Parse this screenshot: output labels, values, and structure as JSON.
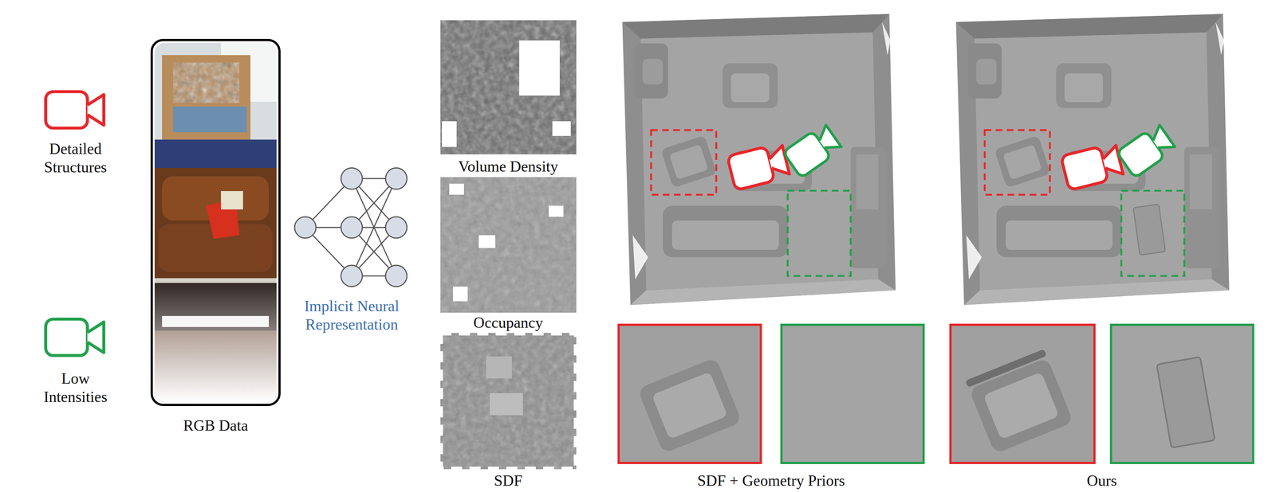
{
  "diagram": {
    "nodes": [
      {
        "text": [
          "RGB Data"
        ]
      }
    ],
    "labels": [
      "Detailed Structures",
      "Low Intensities",
      "Implicit Neural Representation",
      "Volume Density",
      "Occupancy",
      "SDF",
      "SDF + Geometry Priors",
      "Ours"
    ]
  }
}
